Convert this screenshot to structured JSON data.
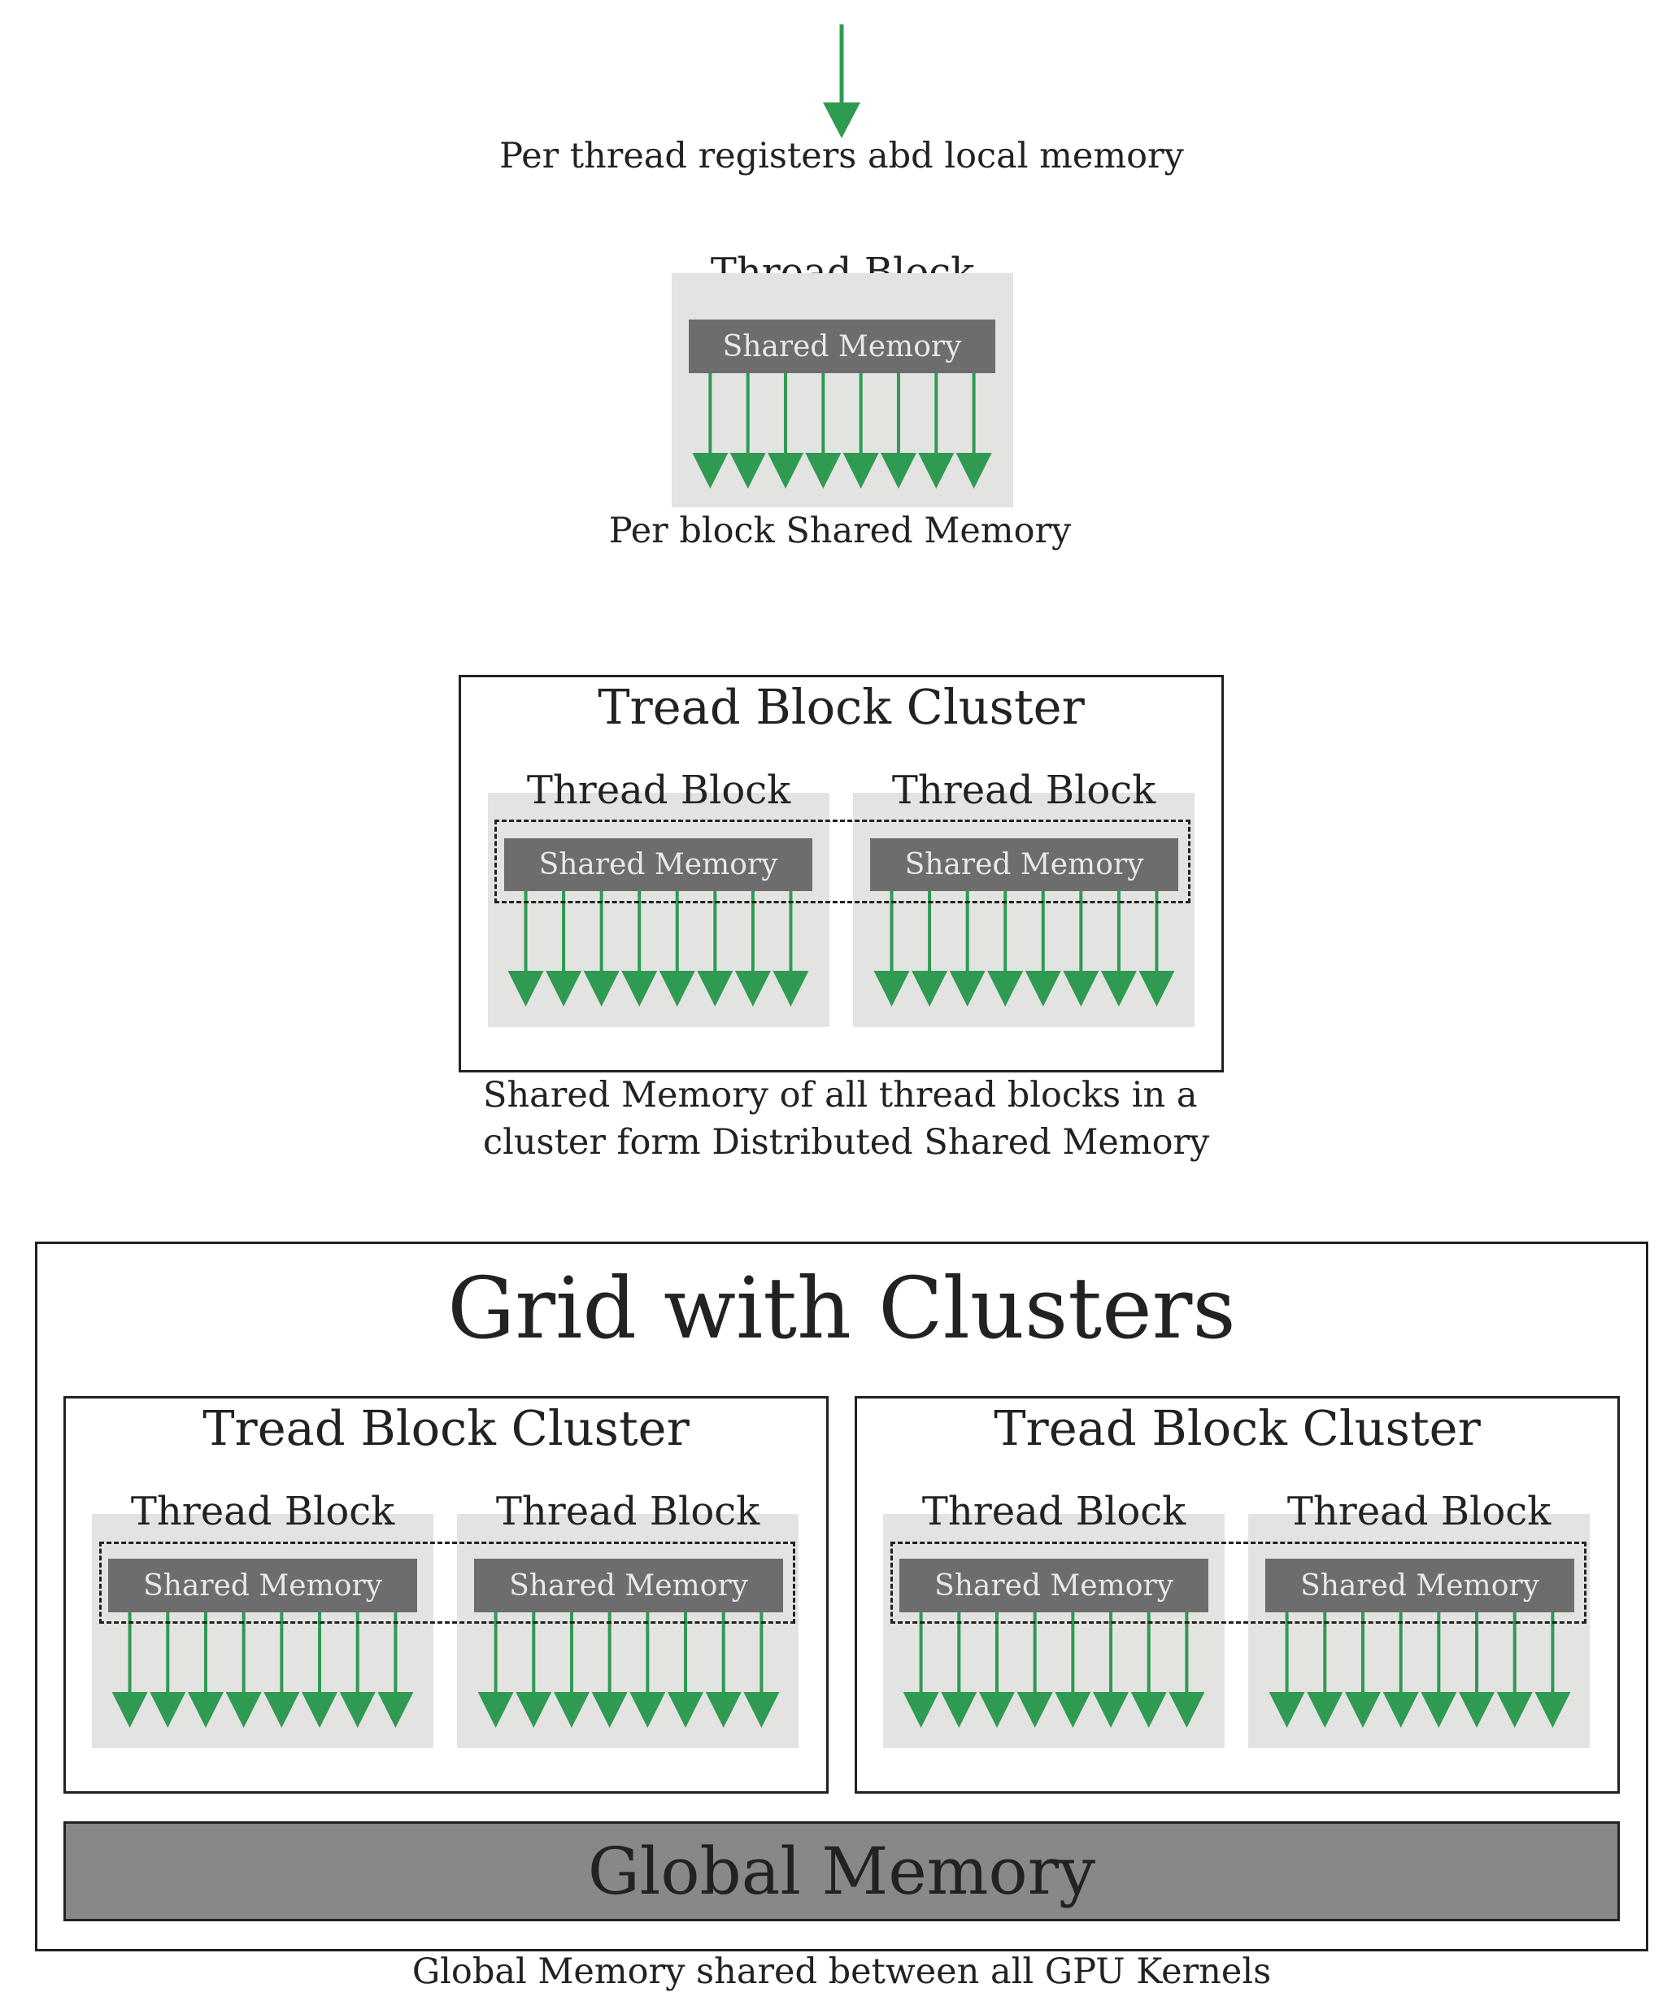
{
  "colors": {
    "arrow": "#2f9a52",
    "block_bg": "#e3e3e1",
    "shared_memory": "#6d6d6d",
    "global_memory": "#888888",
    "text": "#222222"
  },
  "icons": [
    "down-arrow-icon"
  ],
  "thread": {
    "caption": "Per thread registers abd local memory"
  },
  "block": {
    "title": "Thread Block",
    "shared_memory": "Shared Memory",
    "caption": "Per block Shared Memory"
  },
  "cluster": {
    "title": "Tread Block Cluster",
    "blocks": [
      {
        "title": "Thread Block",
        "shared_memory": "Shared Memory"
      },
      {
        "title": "Thread Block",
        "shared_memory": "Shared Memory"
      }
    ],
    "caption_line1": "Shared Memory of all thread blocks in a",
    "caption_line2": "cluster form Distributed Shared Memory"
  },
  "grid": {
    "title": "Grid with Clusters",
    "clusters": [
      {
        "title": "Tread Block Cluster",
        "blocks": [
          {
            "title": "Thread Block",
            "shared_memory": "Shared Memory"
          },
          {
            "title": "Thread Block",
            "shared_memory": "Shared Memory"
          }
        ]
      },
      {
        "title": "Tread Block Cluster",
        "blocks": [
          {
            "title": "Thread Block",
            "shared_memory": "Shared Memory"
          },
          {
            "title": "Thread Block",
            "shared_memory": "Shared Memory"
          }
        ]
      }
    ],
    "global_memory": "Global Memory",
    "caption": "Global Memory shared between all GPU Kernels"
  }
}
